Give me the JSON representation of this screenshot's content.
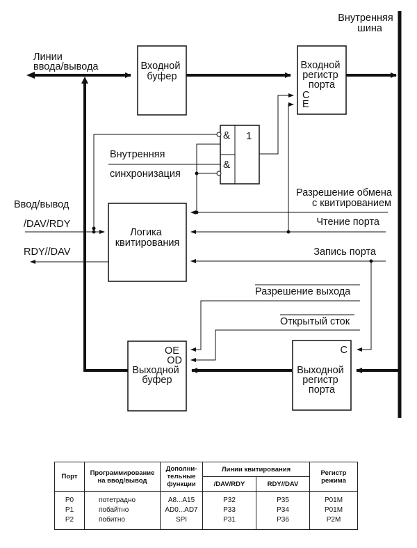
{
  "diagram": {
    "io_lines_label": [
      "Линии",
      "ввода/вывода"
    ],
    "internal_bus_label": [
      "Внутренняя",
      "шина"
    ],
    "input_buffer": [
      "Входной",
      "буфер"
    ],
    "input_register": [
      "Входной",
      "регистр",
      "порта"
    ],
    "input_register_pins": [
      "C",
      "E"
    ],
    "gate_and_1": "&",
    "gate_and_2": "&",
    "gate_or": "1",
    "internal_sync_label": [
      "Внутренняя",
      "синхронизация"
    ],
    "io_handshake_label": "Ввод/вывод",
    "dav_rdy_label": "/DAV/RDY",
    "rdy_dav_label": "RDY//DAV",
    "handshake_logic": [
      "Логика",
      "квитирования"
    ],
    "handshake_enable_label": [
      "Разрешение обмена",
      "с квитированием"
    ],
    "port_read_label": "Чтение порта",
    "port_write_label": "Запись  порта",
    "output_enable_label": "Разрешение   выхода",
    "open_drain_label": "Открытый сток",
    "output_buffer": [
      "OE",
      "OD",
      "Выходной",
      "буфер"
    ],
    "output_register_pin": "C",
    "output_register": [
      "Выходной",
      "регистр",
      "порта"
    ]
  },
  "table": {
    "headers": {
      "port": "Порт",
      "programming": [
        "Программирование",
        "на ввод/вывод"
      ],
      "extra": [
        "Дополни-",
        "тельные",
        "функции"
      ],
      "handshake": "Линии квитирования",
      "dav_rdy": "/DAV/RDY",
      "rdy_dav": "RDY//DAV",
      "mode_reg": [
        "Регистр",
        "режима"
      ]
    },
    "rows": [
      {
        "port": "P0",
        "programming": "потетрадно",
        "extra": "A8...A15",
        "dav_rdy": "P32",
        "rdy_dav": "P35",
        "mode_reg": "P01M"
      },
      {
        "port": "P1",
        "programming": "побайтно",
        "extra": "AD0...AD7",
        "dav_rdy": "P33",
        "rdy_dav": "P34",
        "mode_reg": "P01M"
      },
      {
        "port": "P2",
        "programming": "побитно",
        "extra": "SPI",
        "dav_rdy": "P31",
        "rdy_dav": "P36",
        "mode_reg": "P2M"
      }
    ]
  }
}
